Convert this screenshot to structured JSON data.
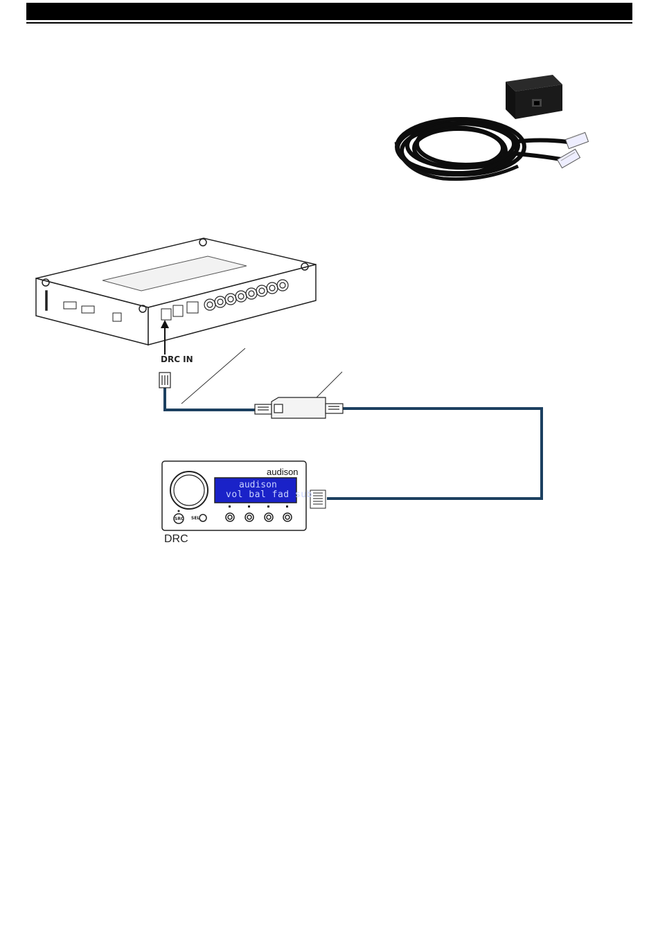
{
  "diagram": {
    "drc_in_label": "DRC IN",
    "drc_label": "DRC",
    "brand": "audison",
    "lcd_line1": "audison",
    "lcd_line2": "vol bal fad sub",
    "src_button": "SRC",
    "sel_button": "SEL",
    "cable_color": "#1c4060"
  }
}
